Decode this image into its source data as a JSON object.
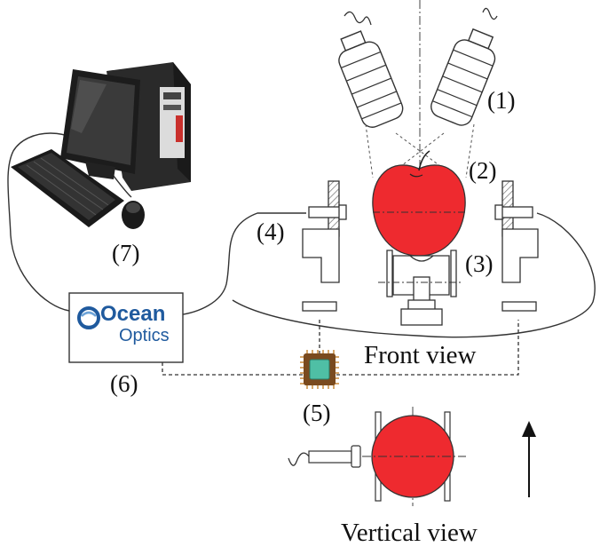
{
  "labels": {
    "n1": "(1)",
    "n2": "(2)",
    "n3": "(3)",
    "n4": "(4)",
    "n5": "(5)",
    "n6": "(6)",
    "n7": "(7)",
    "front_view": "Front view",
    "vertical_view": "Vertical view"
  },
  "logo": {
    "line1": "Ocean",
    "line2": "Optics"
  },
  "colors": {
    "apple_red": "#ee2a2f",
    "line": "#333333",
    "logo_blue": "#1f5a9e",
    "monitor": "#1c1c1c",
    "tower_red_stripe": "#c9302c"
  },
  "icons": {
    "spectrometer": "ocean-optics-logo",
    "computer": "desktop-computer-icon",
    "sensor_chip": "microchip-icon",
    "lamp": "halogen-lamp-icon",
    "direction": "up-arrow-icon"
  }
}
